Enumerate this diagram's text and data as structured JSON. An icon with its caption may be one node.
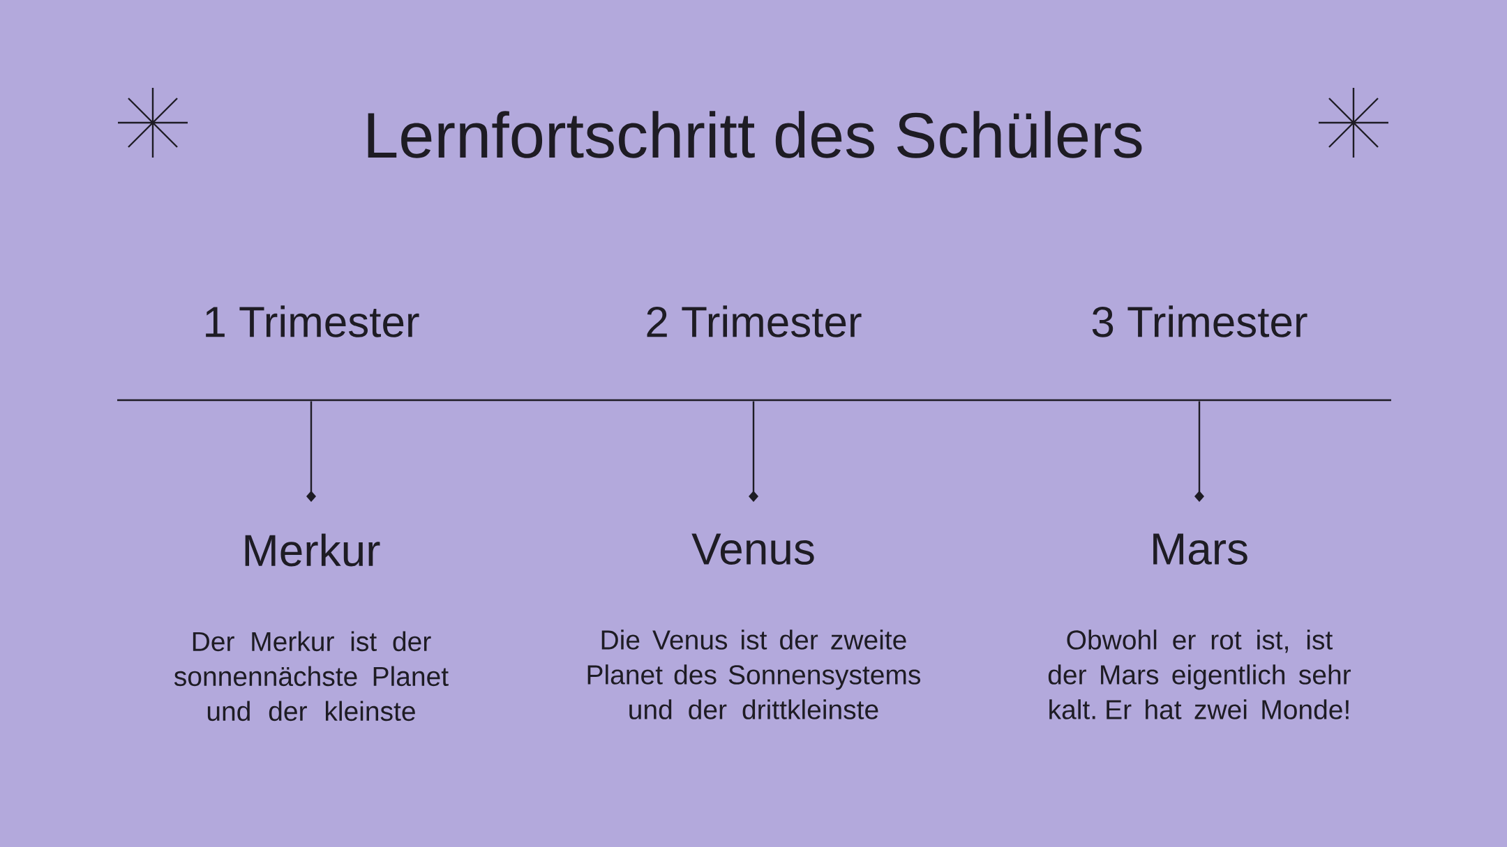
{
  "diagram": {
    "title": "Lernfortschritt des Schülers",
    "nodes": [
      {
        "text": [],
        "shape": "bar"
      },
      {
        "text": [
          "Merkur",
          "Der Merkur ist der sonnennächste Planet und der kleinste"
        ]
      },
      {
        "text": [
          "Venus",
          "Die Venus ist der zweite Planet des Sonnensystems und der drittkleinste"
        ]
      },
      {
        "text": [
          "Mars",
          "Obwohl er rot ist, ist der Mars eigentlich sehr kalt. Er hat zwei Monde!"
        ]
      }
    ],
    "edges": [
      {
        "from": 0,
        "to": 1,
        "arrow": "other"
      },
      {
        "from": 0,
        "to": 2,
        "arrow": "other"
      },
      {
        "from": 0,
        "to": 3,
        "arrow": "other"
      }
    ],
    "labels": [
      "1 Trimester",
      "2 Trimester",
      "3 Trimester"
    ]
  }
}
